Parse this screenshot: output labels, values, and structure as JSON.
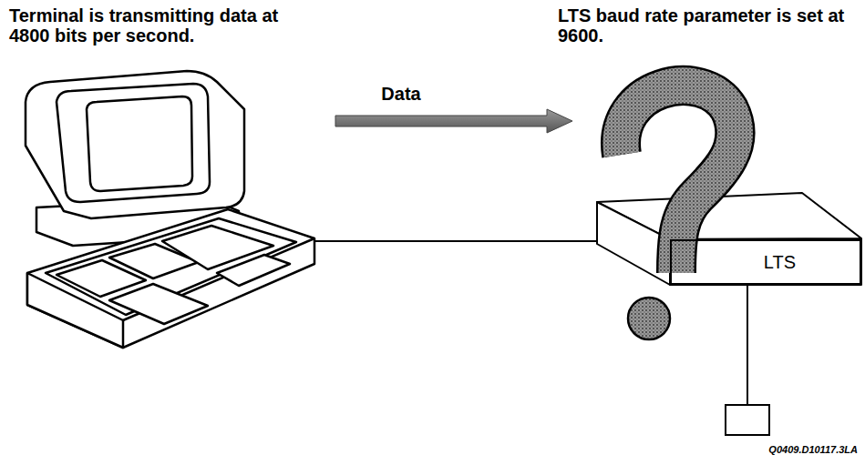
{
  "diagram": {
    "caption": "Q0409.D10117.3LA",
    "nodes": [
      {
        "text": [
          "LTS"
        ]
      }
    ],
    "labels": [
      "Terminal is transmitting data at 4800 bits per second.",
      "LTS baud rate parameter is set at 9600.",
      "Data"
    ]
  }
}
